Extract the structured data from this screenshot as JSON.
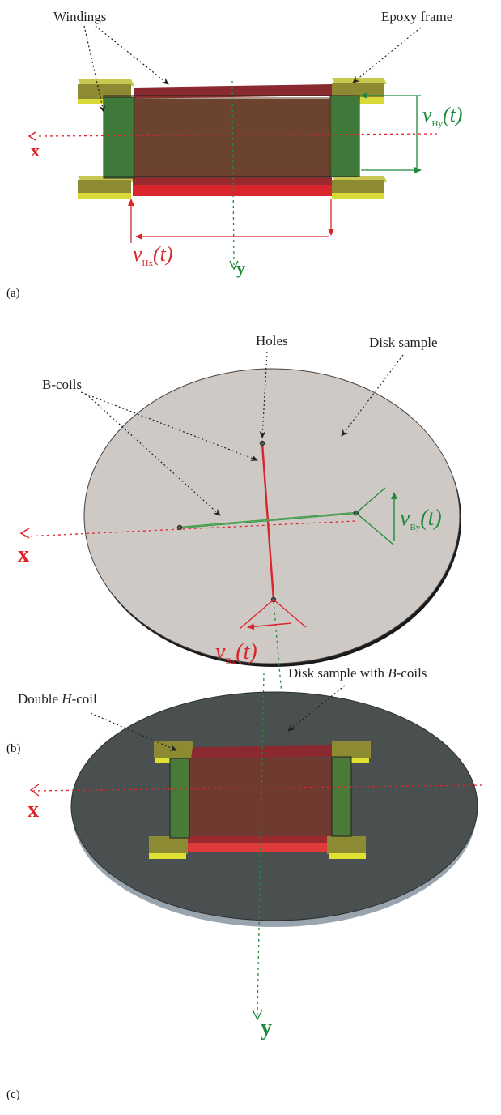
{
  "panel_a": {
    "label": "(a)",
    "windings_label": "Windings",
    "epoxy_label": "Epoxy frame",
    "axis_x": "x",
    "axis_y": "y",
    "vhx": {
      "v": "v",
      "sub": "Hx",
      "arg": "(t)"
    },
    "vhy": {
      "v": "v",
      "sub": "Hy",
      "arg": "(t)"
    }
  },
  "panel_b": {
    "label": "(b)",
    "holes_label": "Holes",
    "disk_label": "Disk sample",
    "bcoils_label": "B-coils",
    "axis_x": "x",
    "axis_y": "y",
    "vbx": {
      "v": "v",
      "sub": "Bx",
      "arg": "(t)"
    },
    "vby": {
      "v": "v",
      "sub": "By",
      "arg": "(t)"
    }
  },
  "panel_c": {
    "label": "(c)",
    "double_prefix": "Double ",
    "double_italic": "H",
    "double_suffix": "-coil",
    "disk_prefix": "Disk sample with ",
    "disk_italic": "B",
    "disk_suffix": "-coils",
    "axis_x": "x",
    "axis_y": "y"
  },
  "colors": {
    "red_axis": "#e0242a",
    "green_axis": "#1f8a3c",
    "disk_b": "#cfc9c6",
    "disk_c": "#4a4f50",
    "epoxy": "#a8a83a",
    "winding_dark_red": "#7a1f22",
    "winding_green": "#3c7a3a"
  }
}
